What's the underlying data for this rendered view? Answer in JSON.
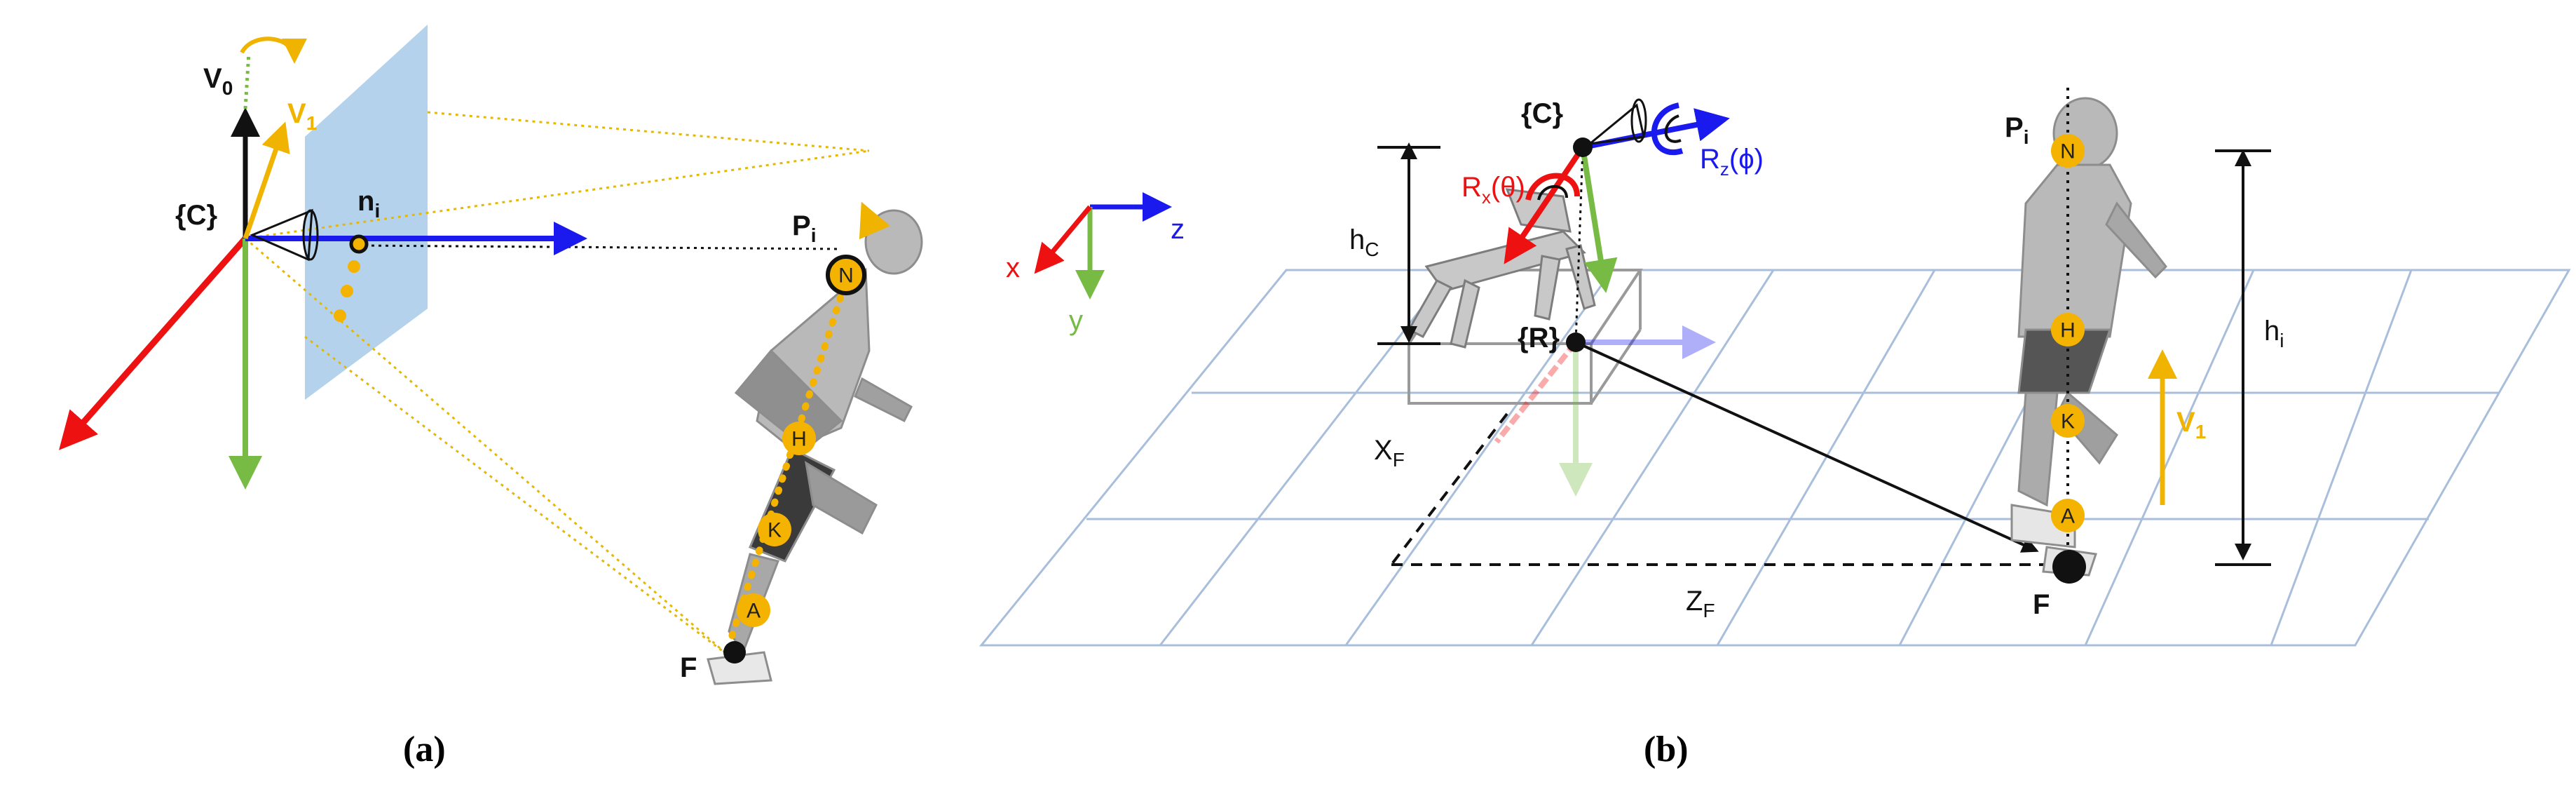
{
  "panel_a": {
    "caption": "(a)",
    "camera_frame": "{C}",
    "v0_label": "V",
    "v0_sub": "0",
    "v1_label": "V",
    "v1_sub": "1",
    "normal_label": "n",
    "normal_sub": "i",
    "point_label": "P",
    "point_sub": "i",
    "foot_label": "F",
    "joints": [
      "N",
      "H",
      "K",
      "A"
    ]
  },
  "panel_b": {
    "caption": "(b)",
    "camera_frame": "{C}",
    "robot_frame": "{R}",
    "axis_x": "x",
    "axis_y": "y",
    "axis_z": "z",
    "rot_x_label": "R",
    "rot_x_sub": "x",
    "rot_x_arg": "(θ)",
    "rot_z_label": "R",
    "rot_z_sub": "z",
    "rot_z_arg": "(ϕ)",
    "hc_label": "h",
    "hc_sub": "C",
    "hi_label": "h",
    "hi_sub": "i",
    "xf_label": "X",
    "xf_sub": "F",
    "zf_label": "Z",
    "zf_sub": "F",
    "point_label": "P",
    "point_sub": "i",
    "foot_label": "F",
    "v1_label": "V",
    "v1_sub": "1",
    "joints": [
      "N",
      "H",
      "K",
      "A"
    ]
  },
  "colors": {
    "x_axis": "#ee1111",
    "y_axis": "#77bb44",
    "z_axis": "#1a1aee",
    "vector": "#f0b400",
    "joint": "#f5b301",
    "plane": "#9cc3e6",
    "grid": "#a8bedb"
  }
}
